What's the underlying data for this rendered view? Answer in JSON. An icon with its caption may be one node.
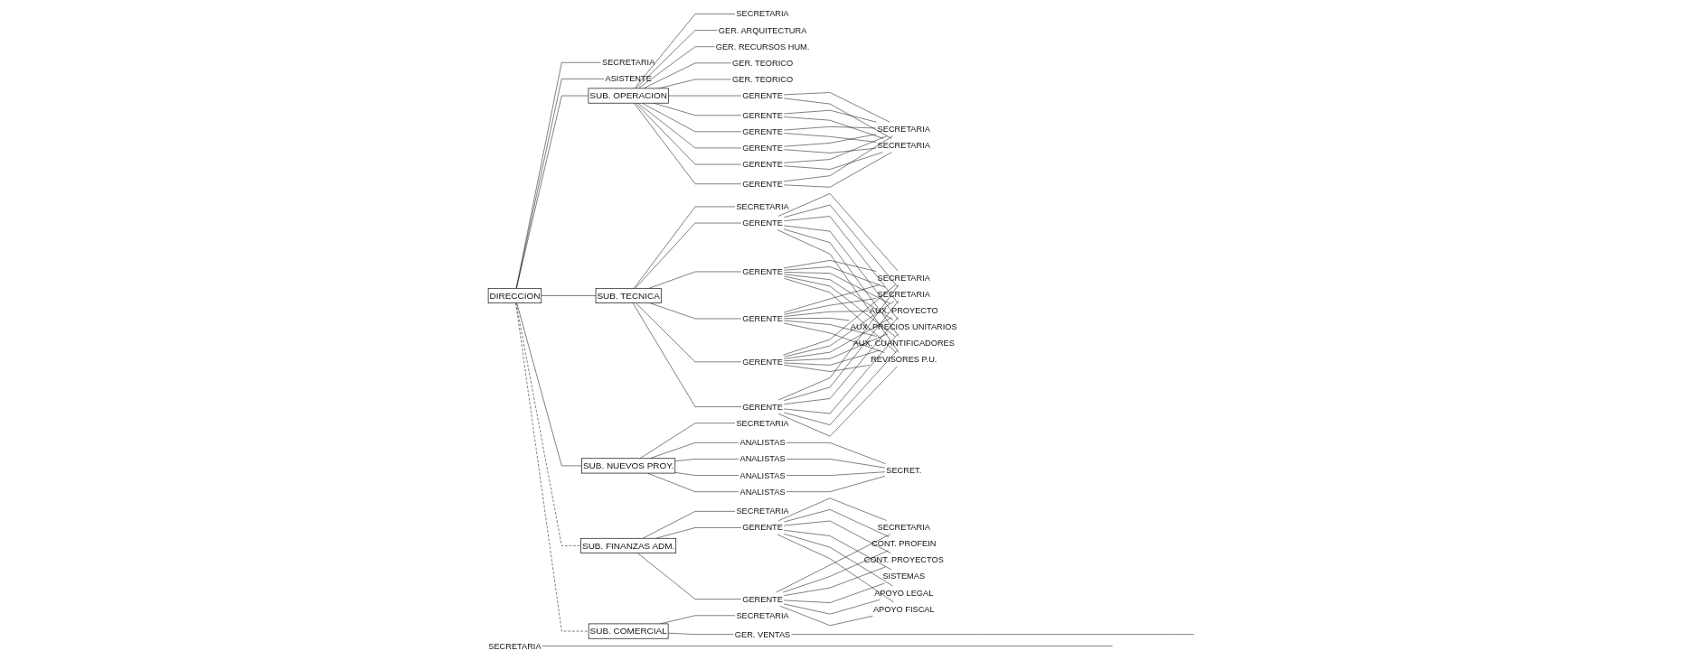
{
  "diagram": {
    "nodes": [
      {
        "text": [
          "DIRECCION"
        ]
      },
      {
        "text": [
          "SECRETARIA"
        ]
      },
      {
        "text": [
          "ASISTENTE"
        ]
      },
      {
        "text": [
          "SUB. OPERACION"
        ]
      },
      {
        "text": [
          "SUB. TECNICA"
        ]
      },
      {
        "text": [
          "SUB. NUEVOS PROY."
        ]
      },
      {
        "text": [
          "SUB. FINANZAS ADM."
        ]
      },
      {
        "text": [
          "SUB. COMERCIAL"
        ]
      },
      {
        "text": [
          "SECRETARIA"
        ]
      },
      {
        "text": [
          "GER. ARQUITECTURA"
        ]
      },
      {
        "text": [
          "GER. RECURSOS HUM."
        ]
      },
      {
        "text": [
          "GER. TEORICO"
        ]
      },
      {
        "text": [
          "GER. TEORICO"
        ]
      },
      {
        "text": [
          "GERENTE"
        ]
      },
      {
        "text": [
          "GERENTE"
        ]
      },
      {
        "text": [
          "GERENTE"
        ]
      },
      {
        "text": [
          "GERENTE"
        ]
      },
      {
        "text": [
          "GERENTE"
        ]
      },
      {
        "text": [
          "GERENTE"
        ]
      },
      {
        "text": [
          "SECRETARIA"
        ]
      },
      {
        "text": [
          "SECRETARIA"
        ]
      },
      {
        "text": [
          "SECRETARIA"
        ]
      },
      {
        "text": [
          "GERENTE"
        ]
      },
      {
        "text": [
          "GERENTE"
        ]
      },
      {
        "text": [
          "GERENTE"
        ]
      },
      {
        "text": [
          "GERENTE"
        ]
      },
      {
        "text": [
          "GERENTE"
        ]
      },
      {
        "text": [
          "SECRETARIA"
        ]
      },
      {
        "text": [
          "SECRETARIA"
        ]
      },
      {
        "text": [
          "AUX. PROYECTO"
        ]
      },
      {
        "text": [
          "AUX. PRECIOS UNITARIOS"
        ]
      },
      {
        "text": [
          "AUX. CUANTIFICADORES"
        ]
      },
      {
        "text": [
          "REVISORES P.U."
        ]
      },
      {
        "text": [
          "SECRETARIA"
        ]
      },
      {
        "text": [
          "ANALISTAS"
        ]
      },
      {
        "text": [
          "ANALISTAS"
        ]
      },
      {
        "text": [
          "ANALISTAS"
        ]
      },
      {
        "text": [
          "ANALISTAS"
        ]
      },
      {
        "text": [
          "SECRET."
        ]
      },
      {
        "text": [
          "SECRETARIA"
        ]
      },
      {
        "text": [
          "GERENTE"
        ]
      },
      {
        "text": [
          "GERENTE"
        ]
      },
      {
        "text": [
          "SECRETARIA"
        ]
      },
      {
        "text": [
          "CONT. PROFEIN"
        ]
      },
      {
        "text": [
          "CONT. PROYECTOS"
        ]
      },
      {
        "text": [
          "SISTEMAS"
        ]
      },
      {
        "text": [
          "APOYO LEGAL"
        ]
      },
      {
        "text": [
          "APOYO FISCAL"
        ]
      },
      {
        "text": [
          "SECRETARIA"
        ]
      },
      {
        "text": [
          "GER. VENTAS"
        ]
      },
      {
        "text": [
          "SECRETARIA"
        ]
      }
    ],
    "edges": [
      {
        "from": 0,
        "to": 1,
        "arrow": "none"
      },
      {
        "from": 0,
        "to": 2,
        "arrow": "none"
      },
      {
        "from": 0,
        "to": 3,
        "arrow": "none"
      },
      {
        "from": 0,
        "to": 4,
        "arrow": "none"
      },
      {
        "from": 0,
        "to": 5,
        "arrow": "none"
      },
      {
        "from": 0,
        "to": 6,
        "arrow": "none",
        "style": "dashed"
      },
      {
        "from": 0,
        "to": 7,
        "arrow": "none",
        "style": "dashed"
      },
      {
        "from": 3,
        "to": 8,
        "arrow": "none"
      },
      {
        "from": 3,
        "to": 9,
        "arrow": "none"
      },
      {
        "from": 3,
        "to": 10,
        "arrow": "none"
      },
      {
        "from": 3,
        "to": 11,
        "arrow": "none"
      },
      {
        "from": 3,
        "to": 12,
        "arrow": "none"
      },
      {
        "from": 3,
        "to": 13,
        "arrow": "none"
      },
      {
        "from": 3,
        "to": 14,
        "arrow": "none"
      },
      {
        "from": 3,
        "to": 15,
        "arrow": "none"
      },
      {
        "from": 3,
        "to": 16,
        "arrow": "none"
      },
      {
        "from": 3,
        "to": 17,
        "arrow": "none"
      },
      {
        "from": 3,
        "to": 18,
        "arrow": "none"
      },
      {
        "from": 13,
        "to": 19,
        "arrow": "none"
      },
      {
        "from": 13,
        "to": 20,
        "arrow": "none"
      },
      {
        "from": 14,
        "to": 19,
        "arrow": "none"
      },
      {
        "from": 14,
        "to": 20,
        "arrow": "none"
      },
      {
        "from": 15,
        "to": 19,
        "arrow": "none"
      },
      {
        "from": 15,
        "to": 20,
        "arrow": "none"
      },
      {
        "from": 16,
        "to": 19,
        "arrow": "none"
      },
      {
        "from": 16,
        "to": 20,
        "arrow": "none"
      },
      {
        "from": 17,
        "to": 19,
        "arrow": "none"
      },
      {
        "from": 17,
        "to": 20,
        "arrow": "none"
      },
      {
        "from": 18,
        "to": 19,
        "arrow": "none"
      },
      {
        "from": 18,
        "to": 20,
        "arrow": "none"
      },
      {
        "from": 4,
        "to": 21,
        "arrow": "none"
      },
      {
        "from": 4,
        "to": 22,
        "arrow": "none"
      },
      {
        "from": 4,
        "to": 23,
        "arrow": "none"
      },
      {
        "from": 4,
        "to": 24,
        "arrow": "none"
      },
      {
        "from": 4,
        "to": 25,
        "arrow": "none"
      },
      {
        "from": 4,
        "to": 26,
        "arrow": "none"
      },
      {
        "from": 22,
        "to": 27,
        "arrow": "none"
      },
      {
        "from": 22,
        "to": 28,
        "arrow": "none"
      },
      {
        "from": 23,
        "to": 27,
        "arrow": "none"
      },
      {
        "from": 23,
        "to": 28,
        "arrow": "none"
      },
      {
        "from": 24,
        "to": 27,
        "arrow": "none"
      },
      {
        "from": 24,
        "to": 28,
        "arrow": "none"
      },
      {
        "from": 25,
        "to": 27,
        "arrow": "none"
      },
      {
        "from": 25,
        "to": 28,
        "arrow": "none"
      },
      {
        "from": 26,
        "to": 27,
        "arrow": "none"
      },
      {
        "from": 26,
        "to": 28,
        "arrow": "none"
      },
      {
        "from": 22,
        "to": 29,
        "arrow": "none"
      },
      {
        "from": 22,
        "to": 30,
        "arrow": "none"
      },
      {
        "from": 22,
        "to": 31,
        "arrow": "none"
      },
      {
        "from": 22,
        "to": 32,
        "arrow": "none"
      },
      {
        "from": 23,
        "to": 29,
        "arrow": "none"
      },
      {
        "from": 23,
        "to": 30,
        "arrow": "none"
      },
      {
        "from": 23,
        "to": 31,
        "arrow": "none"
      },
      {
        "from": 23,
        "to": 32,
        "arrow": "none"
      },
      {
        "from": 24,
        "to": 29,
        "arrow": "none"
      },
      {
        "from": 24,
        "to": 30,
        "arrow": "none"
      },
      {
        "from": 24,
        "to": 31,
        "arrow": "none"
      },
      {
        "from": 24,
        "to": 32,
        "arrow": "none"
      },
      {
        "from": 25,
        "to": 29,
        "arrow": "none"
      },
      {
        "from": 25,
        "to": 30,
        "arrow": "none"
      },
      {
        "from": 25,
        "to": 31,
        "arrow": "none"
      },
      {
        "from": 25,
        "to": 32,
        "arrow": "none"
      },
      {
        "from": 26,
        "to": 29,
        "arrow": "none"
      },
      {
        "from": 26,
        "to": 30,
        "arrow": "none"
      },
      {
        "from": 26,
        "to": 31,
        "arrow": "none"
      },
      {
        "from": 26,
        "to": 32,
        "arrow": "none"
      },
      {
        "from": 5,
        "to": 33,
        "arrow": "none"
      },
      {
        "from": 5,
        "to": 34,
        "arrow": "none"
      },
      {
        "from": 5,
        "to": 35,
        "arrow": "none"
      },
      {
        "from": 5,
        "to": 36,
        "arrow": "none"
      },
      {
        "from": 5,
        "to": 37,
        "arrow": "none"
      },
      {
        "from": 34,
        "to": 38,
        "arrow": "none"
      },
      {
        "from": 35,
        "to": 38,
        "arrow": "none"
      },
      {
        "from": 36,
        "to": 38,
        "arrow": "none"
      },
      {
        "from": 37,
        "to": 38,
        "arrow": "none"
      },
      {
        "from": 6,
        "to": 39,
        "arrow": "none"
      },
      {
        "from": 6,
        "to": 40,
        "arrow": "none"
      },
      {
        "from": 6,
        "to": 41,
        "arrow": "none"
      },
      {
        "from": 40,
        "to": 42,
        "arrow": "none"
      },
      {
        "from": 41,
        "to": 42,
        "arrow": "none"
      },
      {
        "from": 40,
        "to": 43,
        "arrow": "none"
      },
      {
        "from": 40,
        "to": 44,
        "arrow": "none"
      },
      {
        "from": 40,
        "to": 45,
        "arrow": "none"
      },
      {
        "from": 40,
        "to": 46,
        "arrow": "none"
      },
      {
        "from": 40,
        "to": 47,
        "arrow": "none"
      },
      {
        "from": 41,
        "to": 43,
        "arrow": "none"
      },
      {
        "from": 41,
        "to": 44,
        "arrow": "none"
      },
      {
        "from": 41,
        "to": 45,
        "arrow": "none"
      },
      {
        "from": 41,
        "to": 46,
        "arrow": "none"
      },
      {
        "from": 41,
        "to": 47,
        "arrow": "none"
      },
      {
        "from": 7,
        "to": 48,
        "arrow": "none"
      },
      {
        "from": 7,
        "to": 49,
        "arrow": "none"
      },
      {
        "from": 49,
        "to": null,
        "arrow": "none"
      },
      {
        "from": 50,
        "to": null,
        "arrow": "none"
      }
    ]
  }
}
